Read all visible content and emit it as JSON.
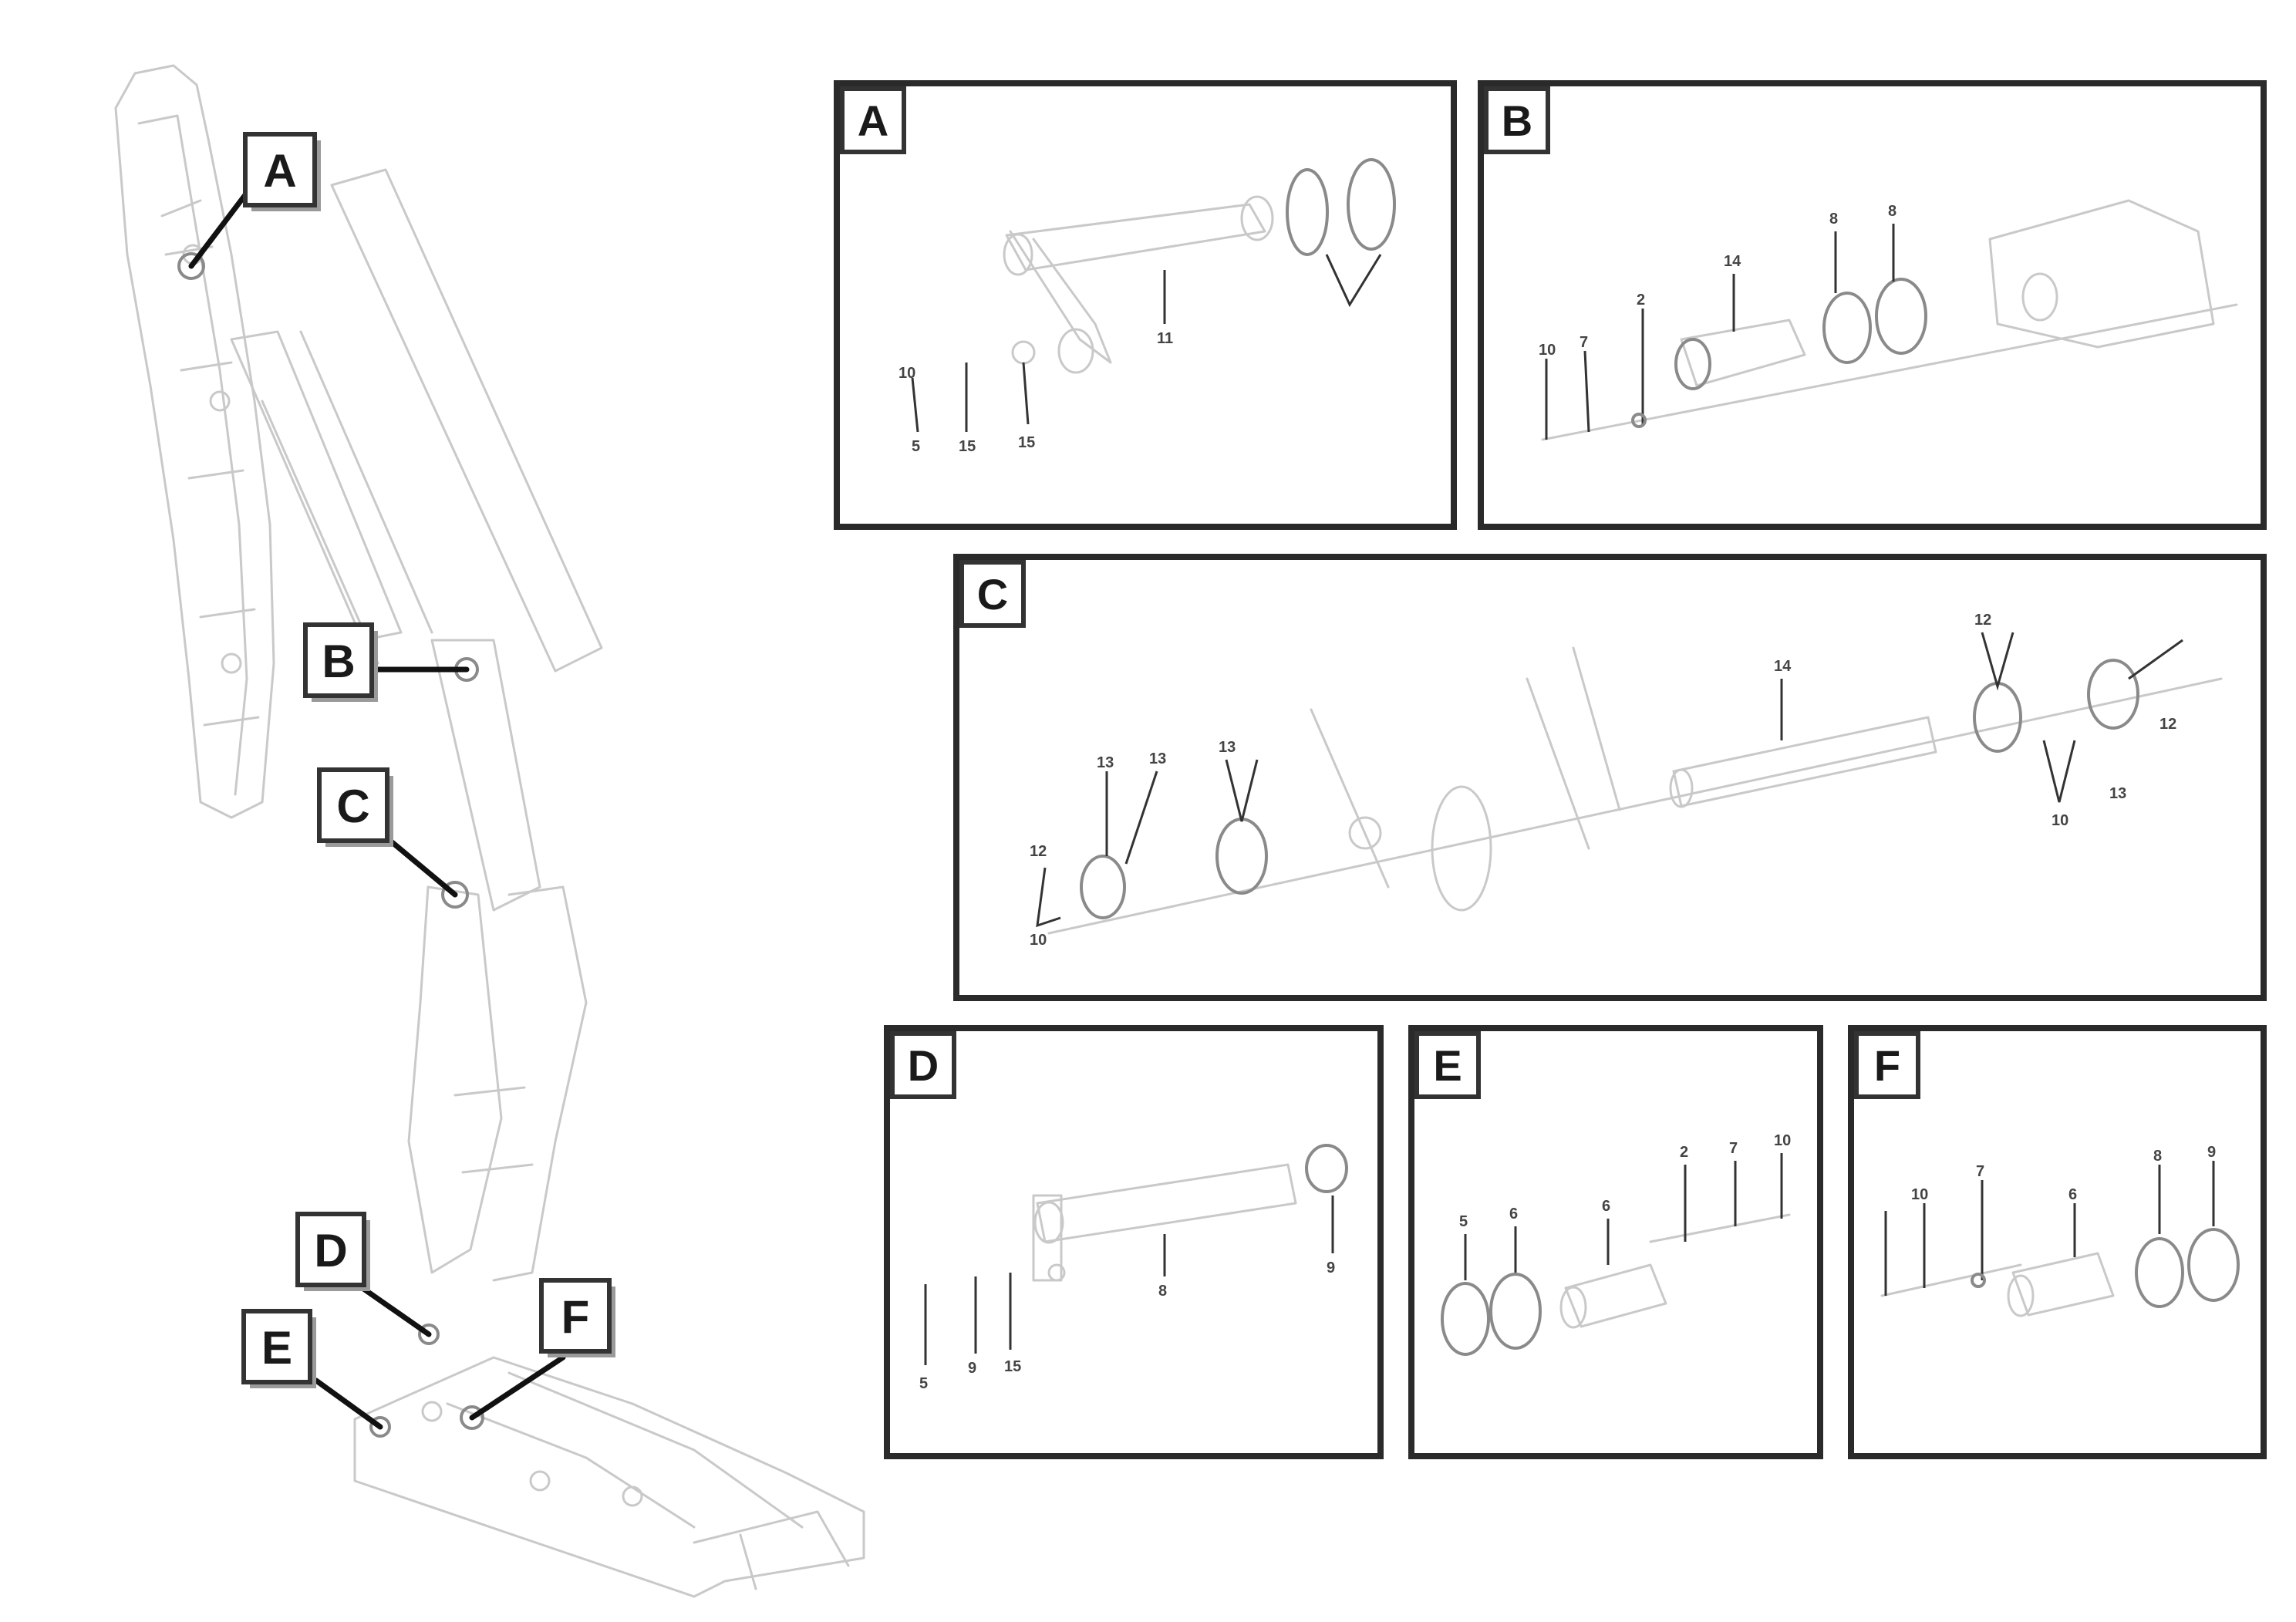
{
  "callouts": [
    {
      "label": "A"
    },
    {
      "label": "B"
    },
    {
      "label": "C"
    },
    {
      "label": "D"
    },
    {
      "label": "E"
    },
    {
      "label": "F"
    }
  ],
  "panels": [
    {
      "label": "A",
      "parts": [
        "10",
        "5",
        "15",
        "15",
        "11"
      ]
    },
    {
      "label": "B",
      "parts": [
        "14",
        "8",
        "8",
        "2",
        "7",
        "10"
      ]
    },
    {
      "label": "C",
      "parts": [
        "14",
        "13",
        "13",
        "13",
        "12",
        "12",
        "12",
        "13",
        "10",
        "10"
      ]
    },
    {
      "label": "D",
      "parts": [
        "8",
        "5",
        "9",
        "9",
        "15"
      ]
    },
    {
      "label": "E",
      "parts": [
        "5",
        "6",
        "6",
        "2",
        "7",
        "10"
      ]
    },
    {
      "label": "F",
      "parts": [
        "10",
        "7",
        "6",
        "8",
        "9"
      ]
    }
  ],
  "reference": {
    "line1": "",
    "line2": "",
    "id": ""
  }
}
